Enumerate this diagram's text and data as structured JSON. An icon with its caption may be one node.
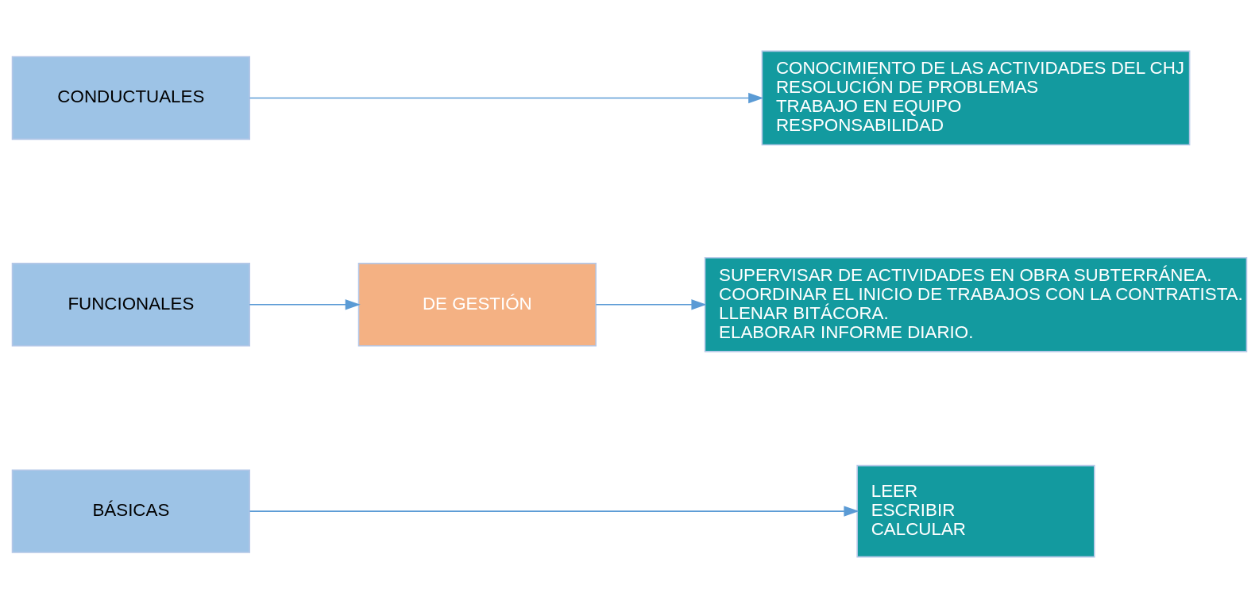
{
  "diagram": {
    "nodes": [
      {
        "text": [
          "BÁSICAS"
        ]
      },
      {
        "text": [
          "LEER",
          "ESCRIBIR",
          "CALCULAR"
        ]
      },
      {
        "text": [
          "FUNCIONALES"
        ]
      },
      {
        "text": [
          "DE GESTIÓN"
        ]
      },
      {
        "text": [
          "SUPERVISAR DE ACTIVIDADES EN OBRA SUBTERRÁNEA.",
          "COORDINAR EL INICIO DE TRABAJOS CON LA CONTRATISTA.",
          "LLENAR BITÁCORA.",
          "ELABORAR INFORME DIARIO."
        ]
      },
      {
        "text": [
          "CONDUCTUALES"
        ]
      },
      {
        "text": [
          "CONOCIMIENTO DE LAS ACTIVIDADES DEL CHJ",
          "RESOLUCIÓN DE PROBLEMAS",
          "TRABAJO EN EQUIPO",
          "RESPONSABILIDAD"
        ]
      }
    ],
    "edges": [
      {
        "from": 0,
        "to": 1,
        "arrow": "to"
      },
      {
        "from": 2,
        "to": 3,
        "arrow": "to"
      },
      {
        "from": 3,
        "to": 4,
        "arrow": "to"
      },
      {
        "from": 5,
        "to": 6,
        "arrow": "to"
      }
    ]
  }
}
